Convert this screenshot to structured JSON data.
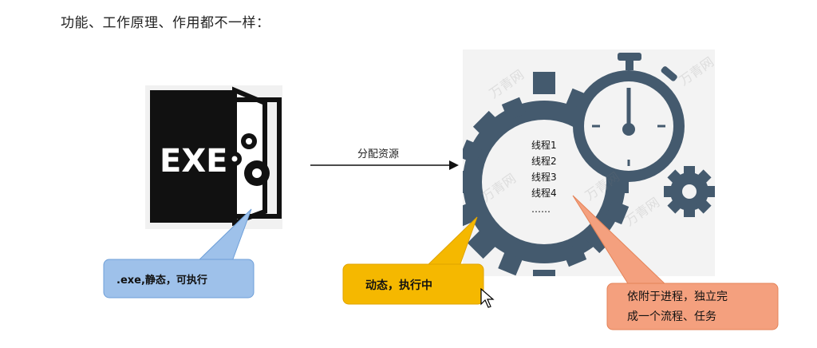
{
  "title": "功能、工作原理、作用都不一样：",
  "exe_icon": {
    "label": "EXE"
  },
  "arrow_label": "分配资源",
  "threads": [
    "线程1",
    "线程2",
    "线程3",
    "线程4",
    "……"
  ],
  "callouts": {
    "program": ".exe,静态，可执行",
    "process": "动态，执行中",
    "thread_line1": "依附于进程，独立完",
    "thread_line2": "成一个流程、任务"
  },
  "watermark": "万青网",
  "colors": {
    "gear": "#445a6e",
    "exe": "#111111",
    "blue_bubble": "#9ec1ea",
    "orange_bubble": "#f5b800",
    "salmon_bubble": "#f4a07e"
  }
}
